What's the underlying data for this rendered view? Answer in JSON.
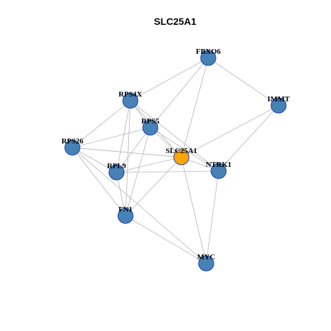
{
  "title": "SLC25A1",
  "colors": {
    "node_fill": "#4682b4",
    "node_stroke": "#1f3fbf",
    "center_fill": "#ffa500",
    "center_stroke": "#333333",
    "edge": "#b3b3b3"
  },
  "nodes": [
    {
      "id": "FBXO6",
      "label": "FBXO6",
      "center": false
    },
    {
      "id": "RPS4X",
      "label": "RPS4X",
      "center": false
    },
    {
      "id": "IMMT",
      "label": "IMMT",
      "center": false
    },
    {
      "id": "RPS5",
      "label": "RPS5",
      "center": false
    },
    {
      "id": "RPS26",
      "label": "RPS26",
      "center": false
    },
    {
      "id": "SLC25A1",
      "label": "SLC25A1",
      "center": true
    },
    {
      "id": "NTRK1",
      "label": "NTRK1",
      "center": false
    },
    {
      "id": "RPL9",
      "label": "RPL9",
      "center": false
    },
    {
      "id": "FN1",
      "label": "FN1",
      "center": false
    },
    {
      "id": "MYC",
      "label": "MYC",
      "center": false
    }
  ],
  "edges": [
    [
      "FBXO6",
      "RPS4X"
    ],
    [
      "FBXO6",
      "IMMT"
    ],
    [
      "FBXO6",
      "RPS5"
    ],
    [
      "FBXO6",
      "SLC25A1"
    ],
    [
      "RPS4X",
      "RPS26"
    ],
    [
      "RPS4X",
      "RPS5"
    ],
    [
      "RPS4X",
      "SLC25A1"
    ],
    [
      "RPS4X",
      "NTRK1"
    ],
    [
      "RPS4X",
      "RPL9"
    ],
    [
      "RPS4X",
      "FN1"
    ],
    [
      "IMMT",
      "SLC25A1"
    ],
    [
      "IMMT",
      "NTRK1"
    ],
    [
      "RPS5",
      "RPS26"
    ],
    [
      "RPS5",
      "SLC25A1"
    ],
    [
      "RPS5",
      "NTRK1"
    ],
    [
      "RPS5",
      "RPL9"
    ],
    [
      "RPS5",
      "FN1"
    ],
    [
      "RPS26",
      "SLC25A1"
    ],
    [
      "RPS26",
      "RPL9"
    ],
    [
      "RPS26",
      "FN1"
    ],
    [
      "RPS26",
      "MYC"
    ],
    [
      "SLC25A1",
      "NTRK1"
    ],
    [
      "SLC25A1",
      "RPL9"
    ],
    [
      "SLC25A1",
      "FN1"
    ],
    [
      "SLC25A1",
      "MYC"
    ],
    [
      "NTRK1",
      "RPL9"
    ],
    [
      "NTRK1",
      "MYC"
    ],
    [
      "RPL9",
      "FN1"
    ],
    [
      "FN1",
      "MYC"
    ]
  ]
}
